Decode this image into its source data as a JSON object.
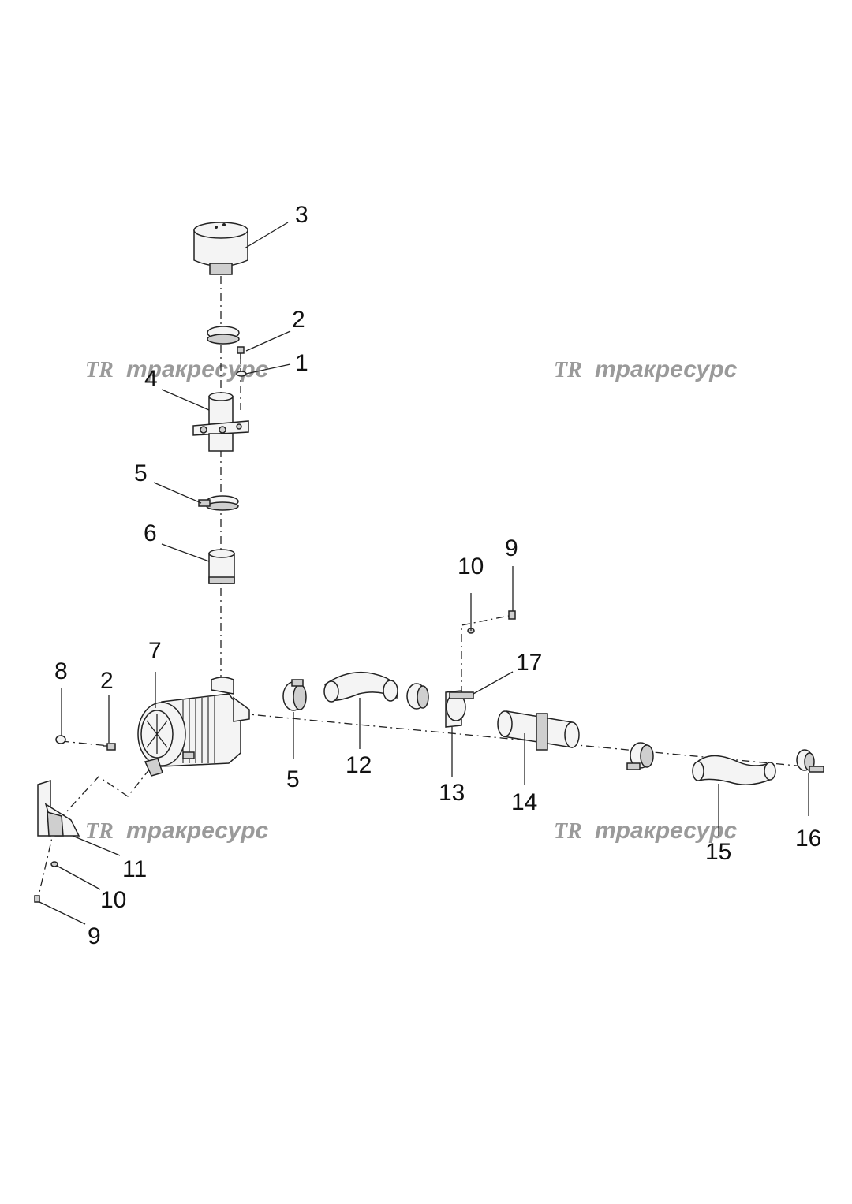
{
  "watermark": {
    "logo": "TR",
    "text": "тракресурс"
  },
  "callouts": {
    "c1": "1",
    "c2a": "2",
    "c2b": "2",
    "c3": "3",
    "c4": "4",
    "c5a": "5",
    "c5b": "5",
    "c6": "6",
    "c7": "7",
    "c8": "8",
    "c9a": "9",
    "c9b": "9",
    "c10a": "10",
    "c10b": "10",
    "c11": "11",
    "c12": "12",
    "c13": "13",
    "c14": "14",
    "c15": "15",
    "c16": "16",
    "c17": "17"
  }
}
